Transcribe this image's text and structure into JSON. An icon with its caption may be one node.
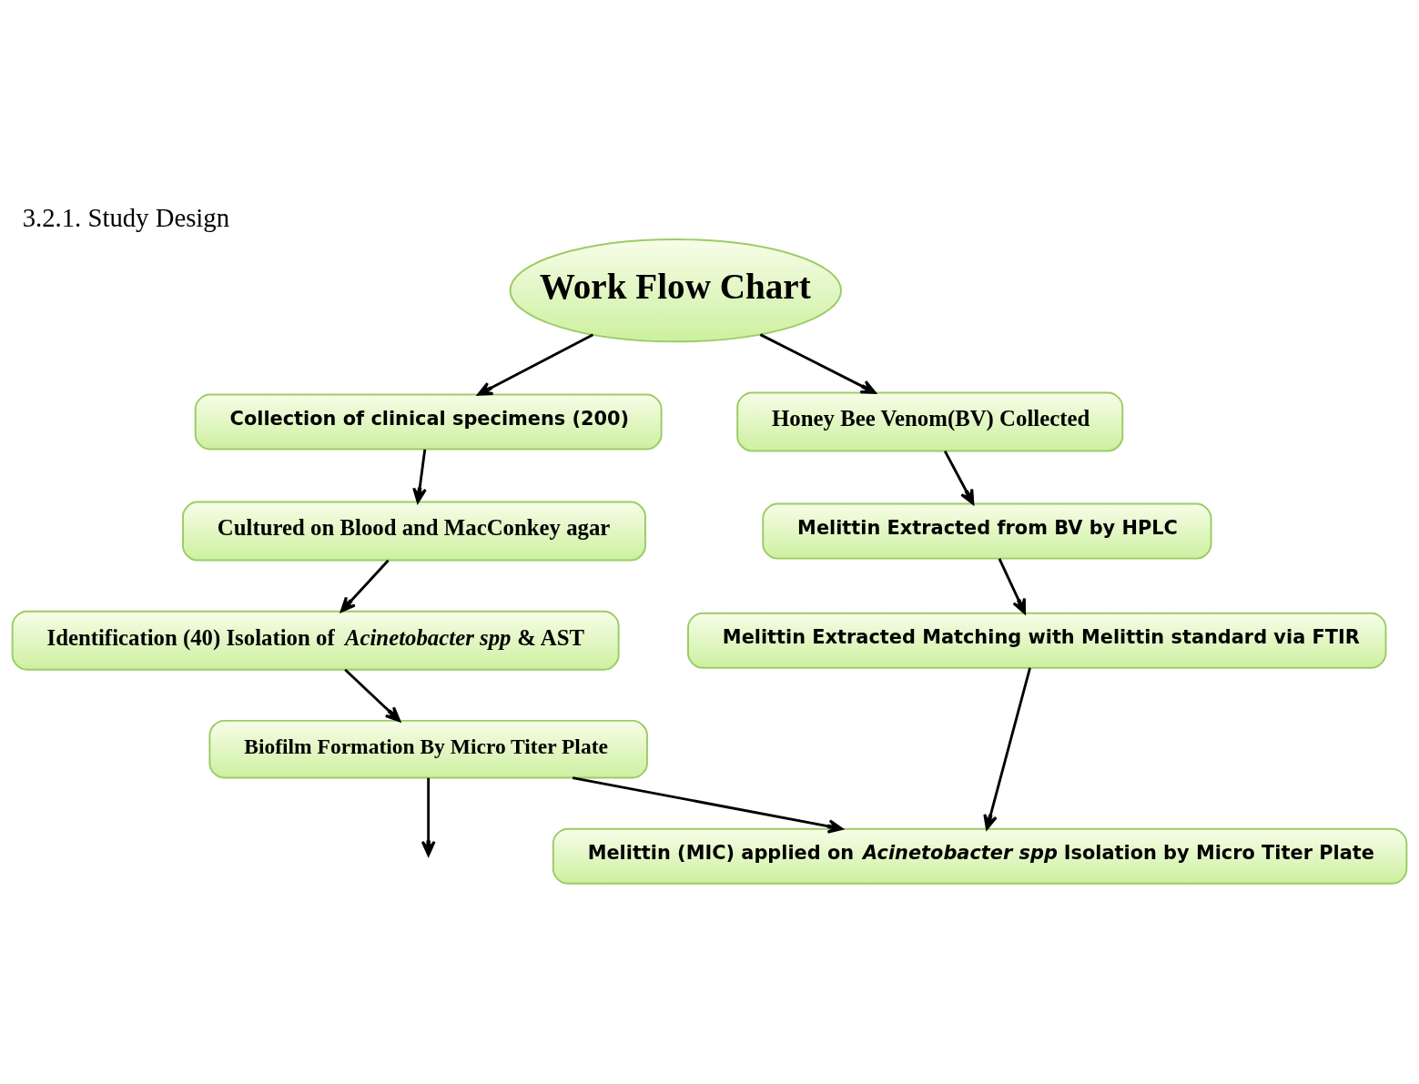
{
  "diagram": {
    "title": "3.2.1. Study Design",
    "nodes": [
      {
        "text": [
          "Work Flow Chart"
        ]
      },
      {
        "text": [
          "Collection of clinical specimens (200)"
        ]
      },
      {
        "text": [
          "Honey Bee Venom(BV) Collected"
        ]
      },
      {
        "text": [
          "Cultured on Blood and MacConkey agar"
        ]
      },
      {
        "text": [
          "Melittin Extracted from BV by HPLC"
        ]
      },
      {
        "text": [
          "Identification (40) Isolation of *Acinetobacter spp* & AST"
        ]
      },
      {
        "text": [
          "Melittin Extracted Matching with Melittin standard via FTIR"
        ]
      },
      {
        "text": [
          "Biofilm Formation By Micro Titer Plate"
        ]
      },
      {
        "text": [
          "Melittin (MIC) applied on *Acinetobacter spp* Isolation by Micro Titer Plate"
        ]
      }
    ],
    "edges": [
      {
        "from": 0,
        "to": 1,
        "arrow": "to"
      },
      {
        "from": 0,
        "to": 2,
        "arrow": "to"
      },
      {
        "from": 1,
        "to": 3,
        "arrow": "to"
      },
      {
        "from": 3,
        "to": 5,
        "arrow": "to"
      },
      {
        "from": 5,
        "to": 7,
        "arrow": "to"
      },
      {
        "from": 7,
        "to": 8,
        "arrow": "to"
      },
      {
        "from": 2,
        "to": 4,
        "arrow": "to"
      },
      {
        "from": 4,
        "to": 6,
        "arrow": "to"
      },
      {
        "from": 6,
        "to": 8,
        "arrow": "to"
      },
      {
        "from": 7,
        "to": null,
        "arrow": "to"
      }
    ]
  }
}
